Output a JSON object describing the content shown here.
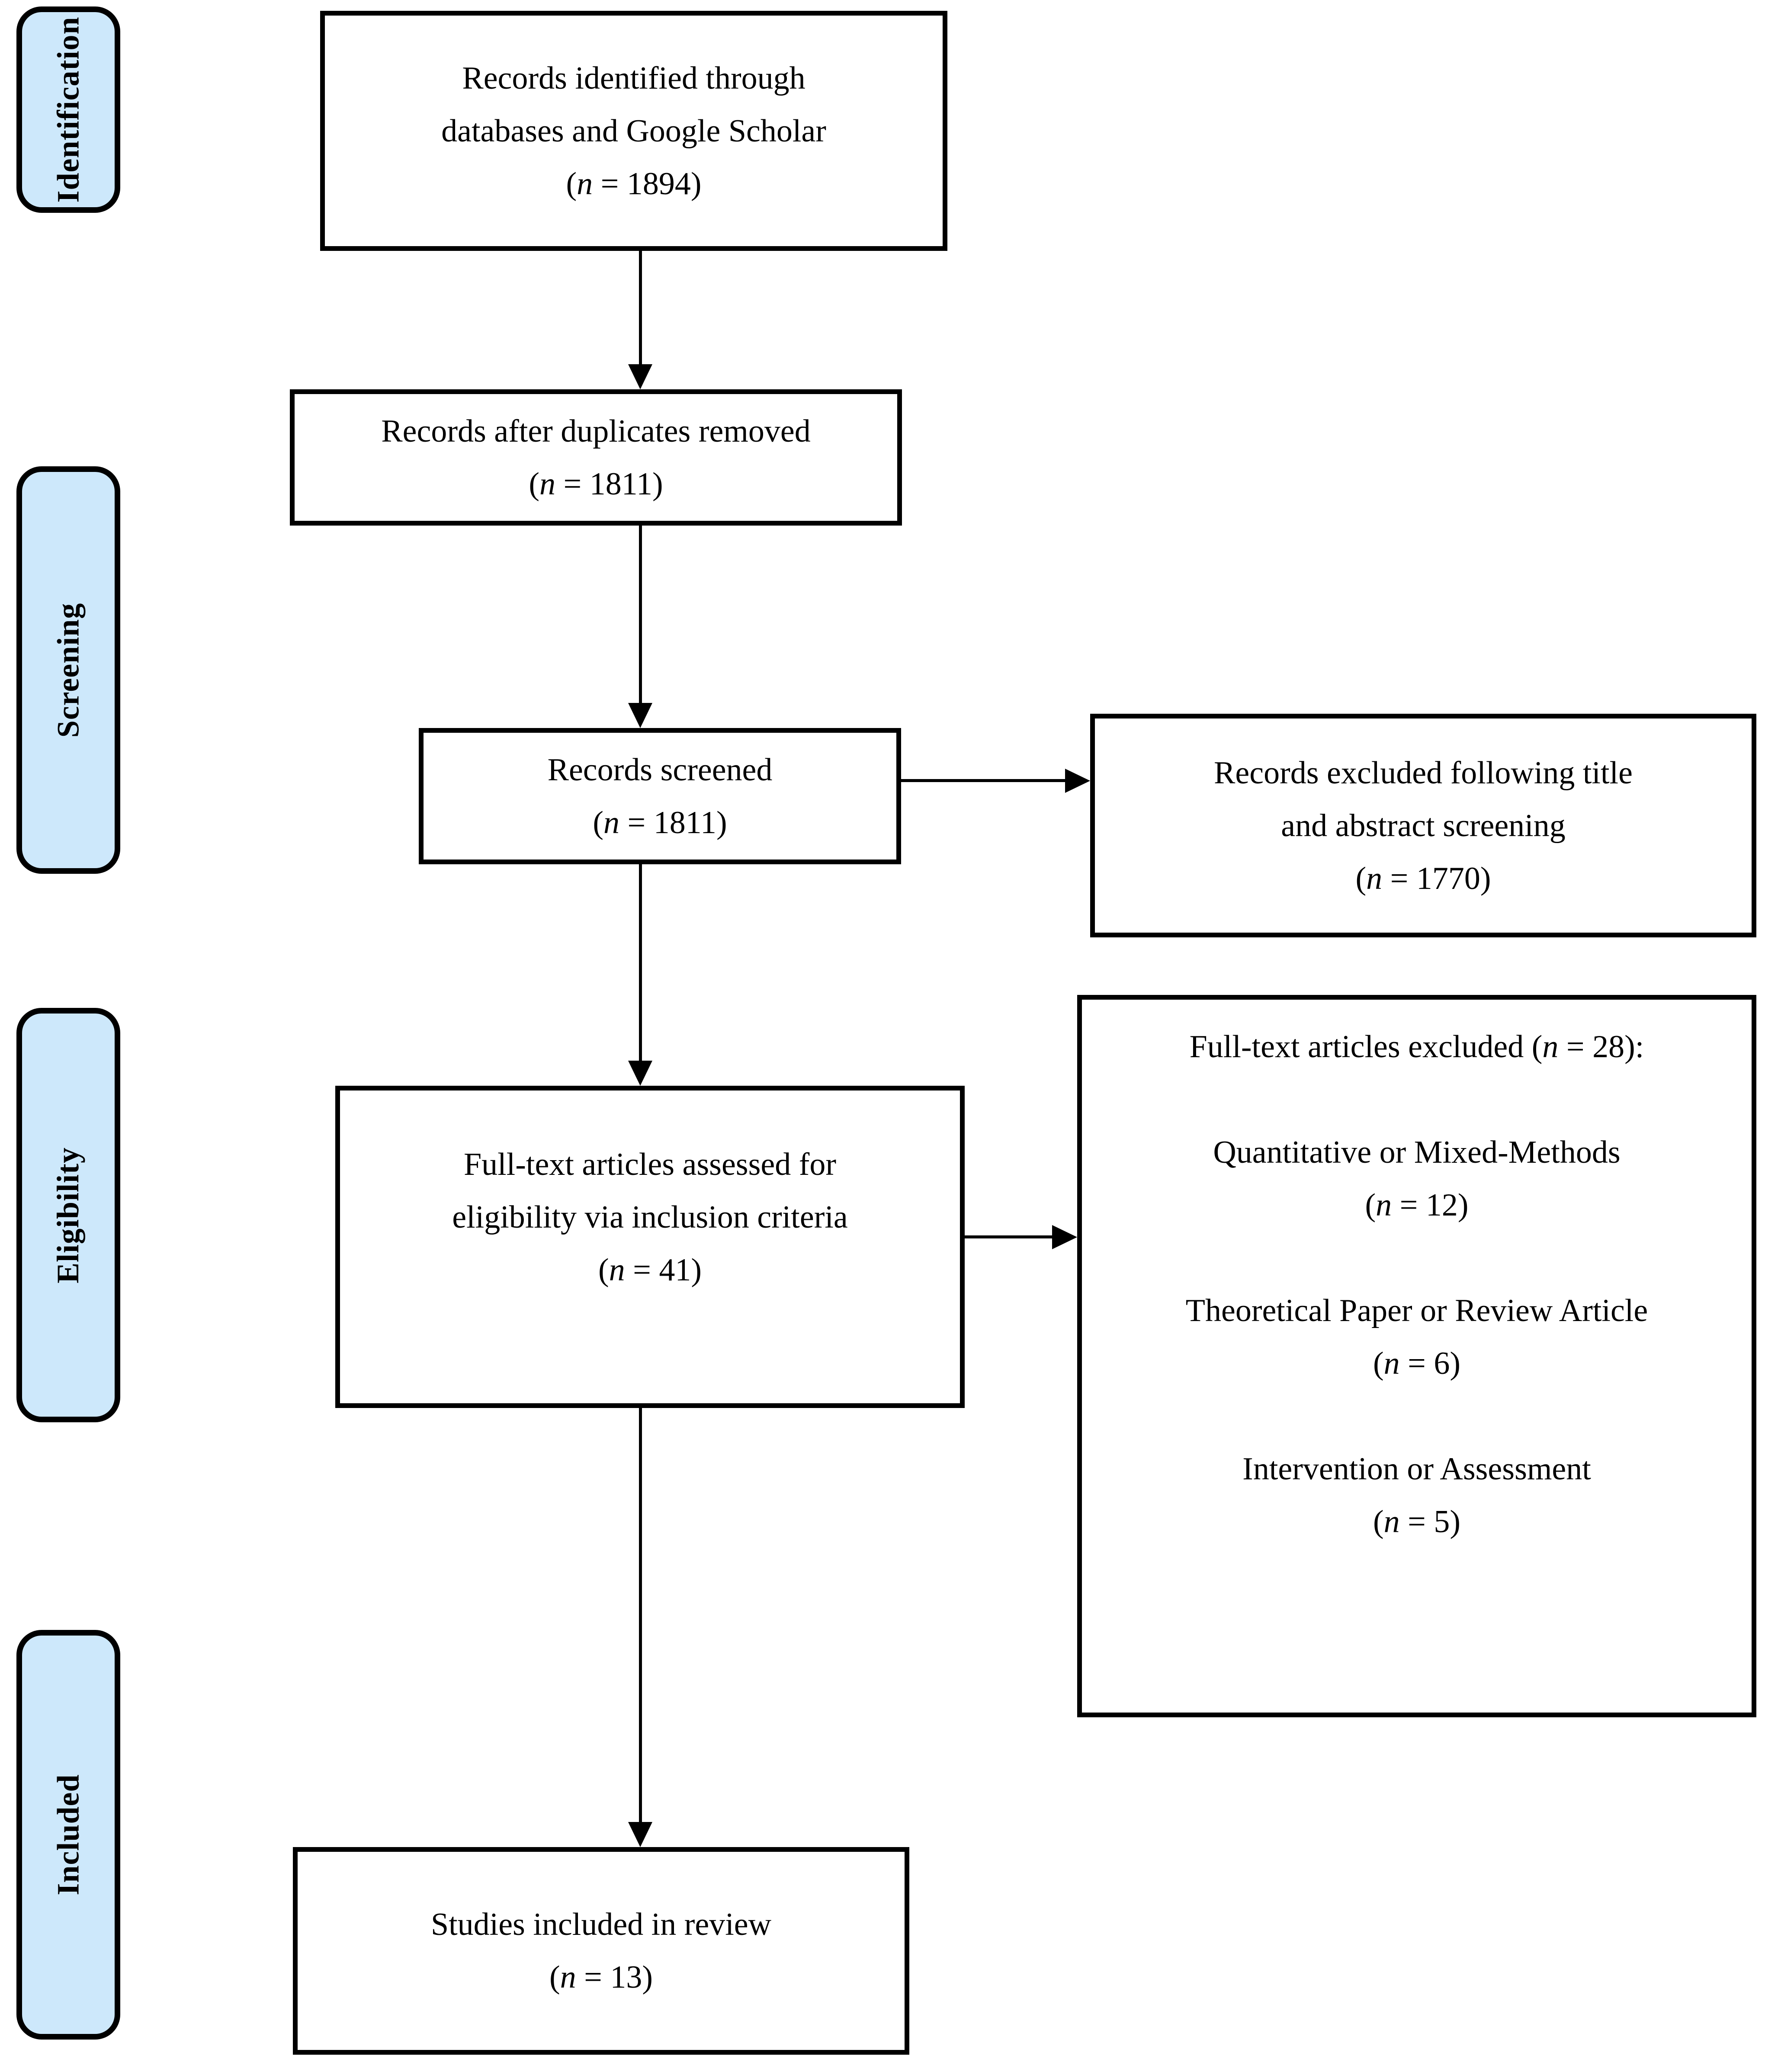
{
  "diagram_type": "PRISMA flow diagram",
  "colors": {
    "stage_fill": "#cde8fb",
    "ink": "#000000",
    "bg": "#ffffff"
  },
  "stages": [
    {
      "label": "Identification"
    },
    {
      "label": "Screening"
    },
    {
      "label": "Eligibility"
    },
    {
      "label": "Included"
    }
  ],
  "boxes": {
    "identified": {
      "lines": [
        "Records identified through",
        "databases and Google Scholar",
        "(n = 1894)"
      ],
      "count": 1894
    },
    "deduplicated": {
      "lines": [
        "Records after duplicates removed",
        "(n = 1811)"
      ],
      "count": 1811
    },
    "screened": {
      "lines": [
        "Records screened",
        "(n = 1811)"
      ],
      "count": 1811
    },
    "records_excluded": {
      "lines": [
        "Records excluded following title",
        "and abstract screening",
        "(n = 1770)"
      ],
      "count": 1770
    },
    "fulltext_assessed": {
      "lines": [
        "Full-text articles assessed for",
        "eligibility via inclusion criteria",
        "(n = 41)"
      ],
      "count": 41
    },
    "fulltext_excluded": {
      "lines": [
        "Full-text articles excluded (n = 28):",
        "",
        "Quantitative or Mixed-Methods",
        "(n = 12)",
        "",
        "Theoretical Paper or Review Article",
        "(n = 6)",
        "",
        "Intervention or Assessment",
        "(n = 5)"
      ],
      "count": 28,
      "reasons": [
        {
          "label": "Quantitative or Mixed-Methods",
          "count": 12
        },
        {
          "label": "Theoretical Paper or Review Article",
          "count": 6
        },
        {
          "label": "Intervention or Assessment",
          "count": 5
        }
      ]
    },
    "included_studies": {
      "lines": [
        "Studies included in review",
        "(n = 13)"
      ],
      "count": 13
    }
  }
}
